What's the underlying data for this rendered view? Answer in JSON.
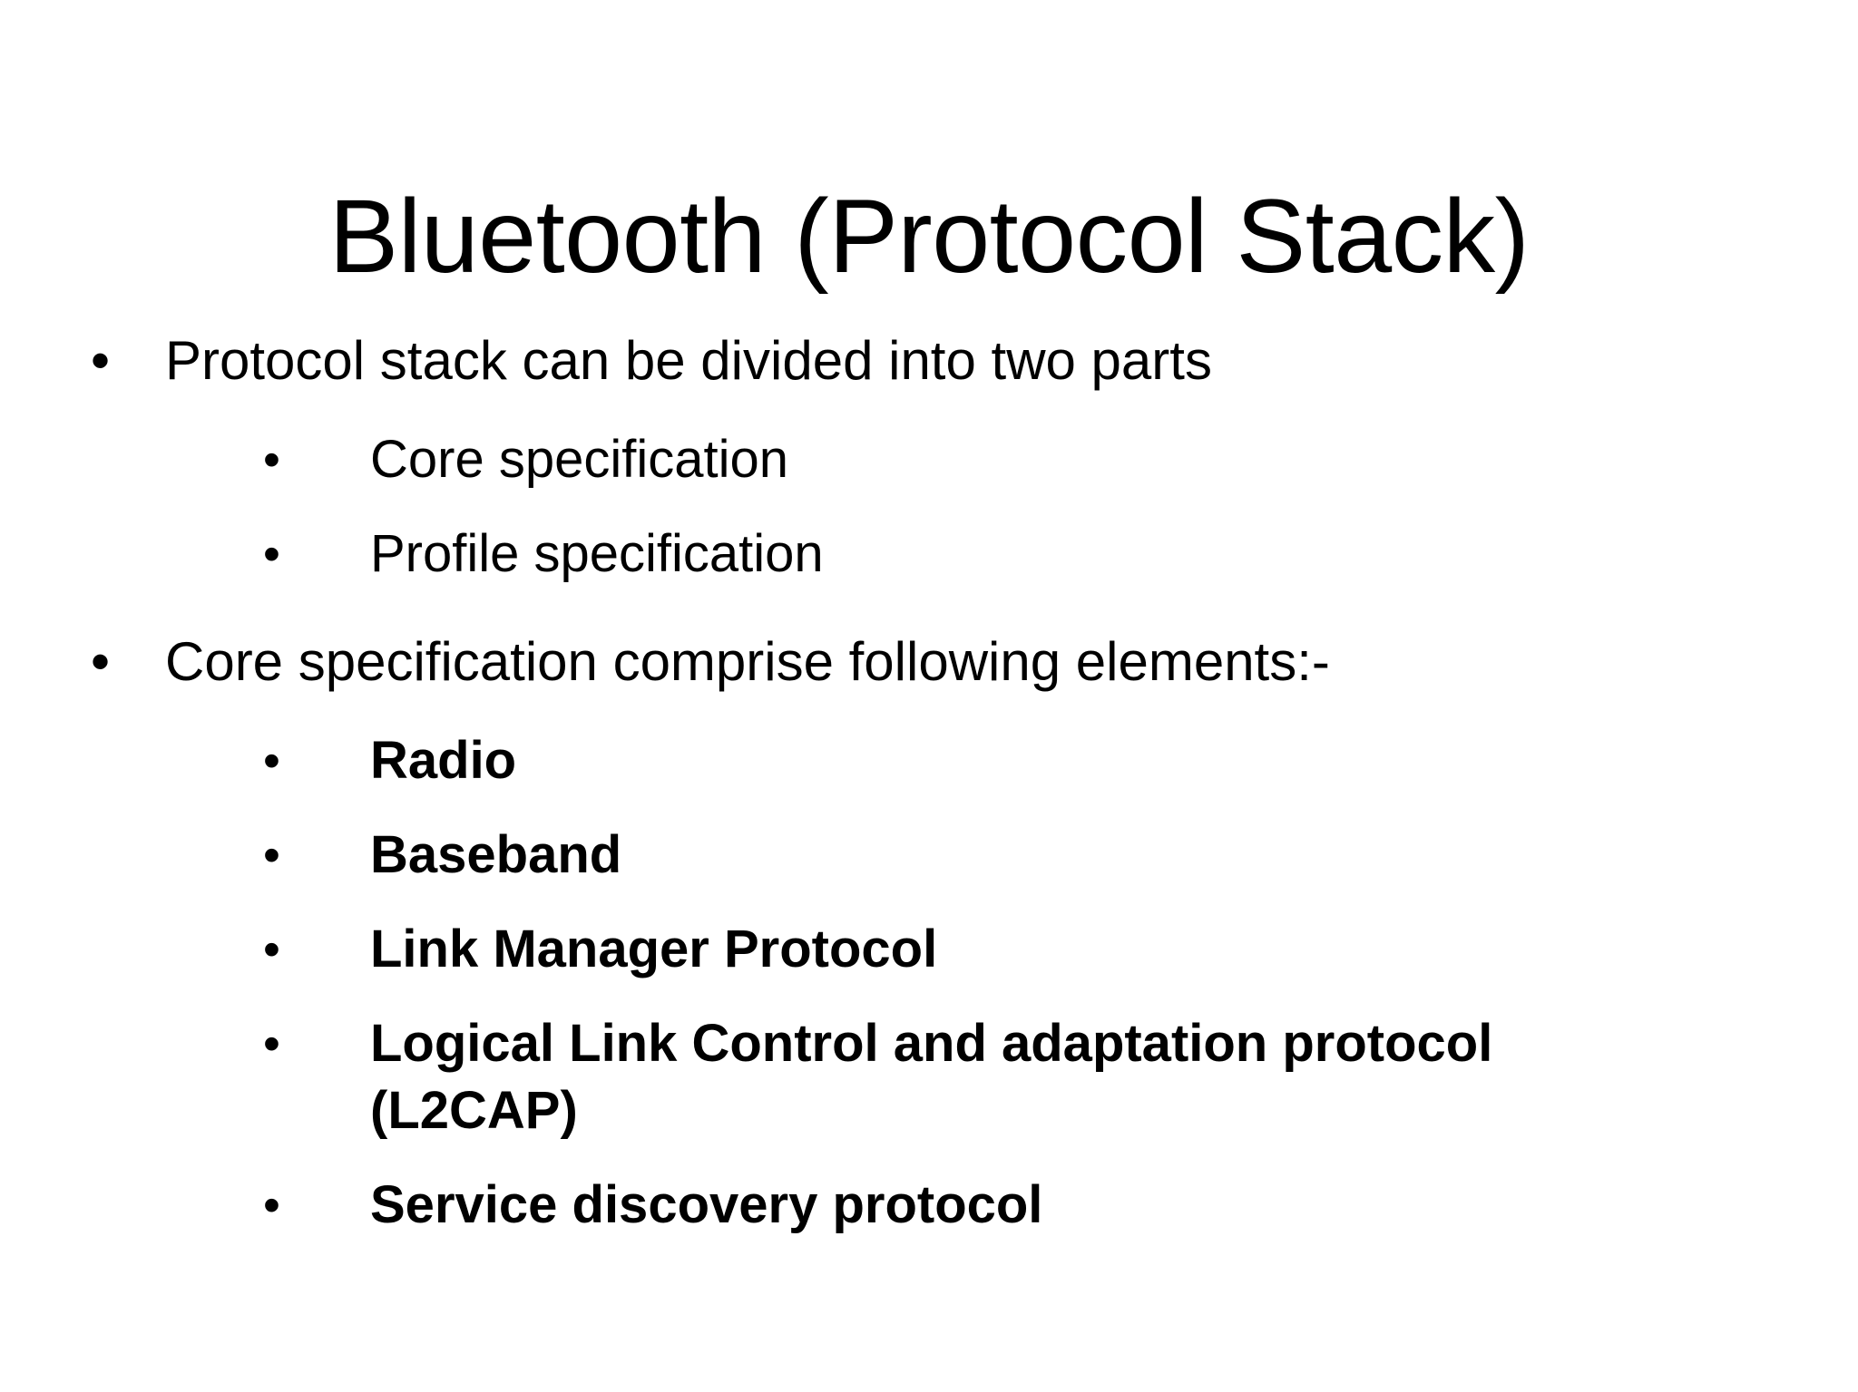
{
  "slide": {
    "title": "Bluetooth (Protocol Stack)",
    "background_color": "#ffffff",
    "text_color": "#000000",
    "bullet_glyph": "•",
    "content": [
      {
        "level": 1,
        "bold": false,
        "text": "Protocol stack can be divided into two parts"
      },
      {
        "level": 2,
        "bold": false,
        "text": "Core specification"
      },
      {
        "level": 2,
        "bold": false,
        "text": "Profile specification"
      },
      {
        "level": 1,
        "bold": false,
        "text": "Core specification comprise following elements:-"
      },
      {
        "level": 2,
        "bold": true,
        "text": "Radio"
      },
      {
        "level": 2,
        "bold": true,
        "text": "Baseband"
      },
      {
        "level": 2,
        "bold": true,
        "text": "Link Manager Protocol"
      },
      {
        "level": 2,
        "bold": true,
        "text": "Logical Link Control and adaptation protocol (L2CAP)"
      },
      {
        "level": 2,
        "bold": true,
        "text": "Service discovery protocol"
      }
    ]
  }
}
